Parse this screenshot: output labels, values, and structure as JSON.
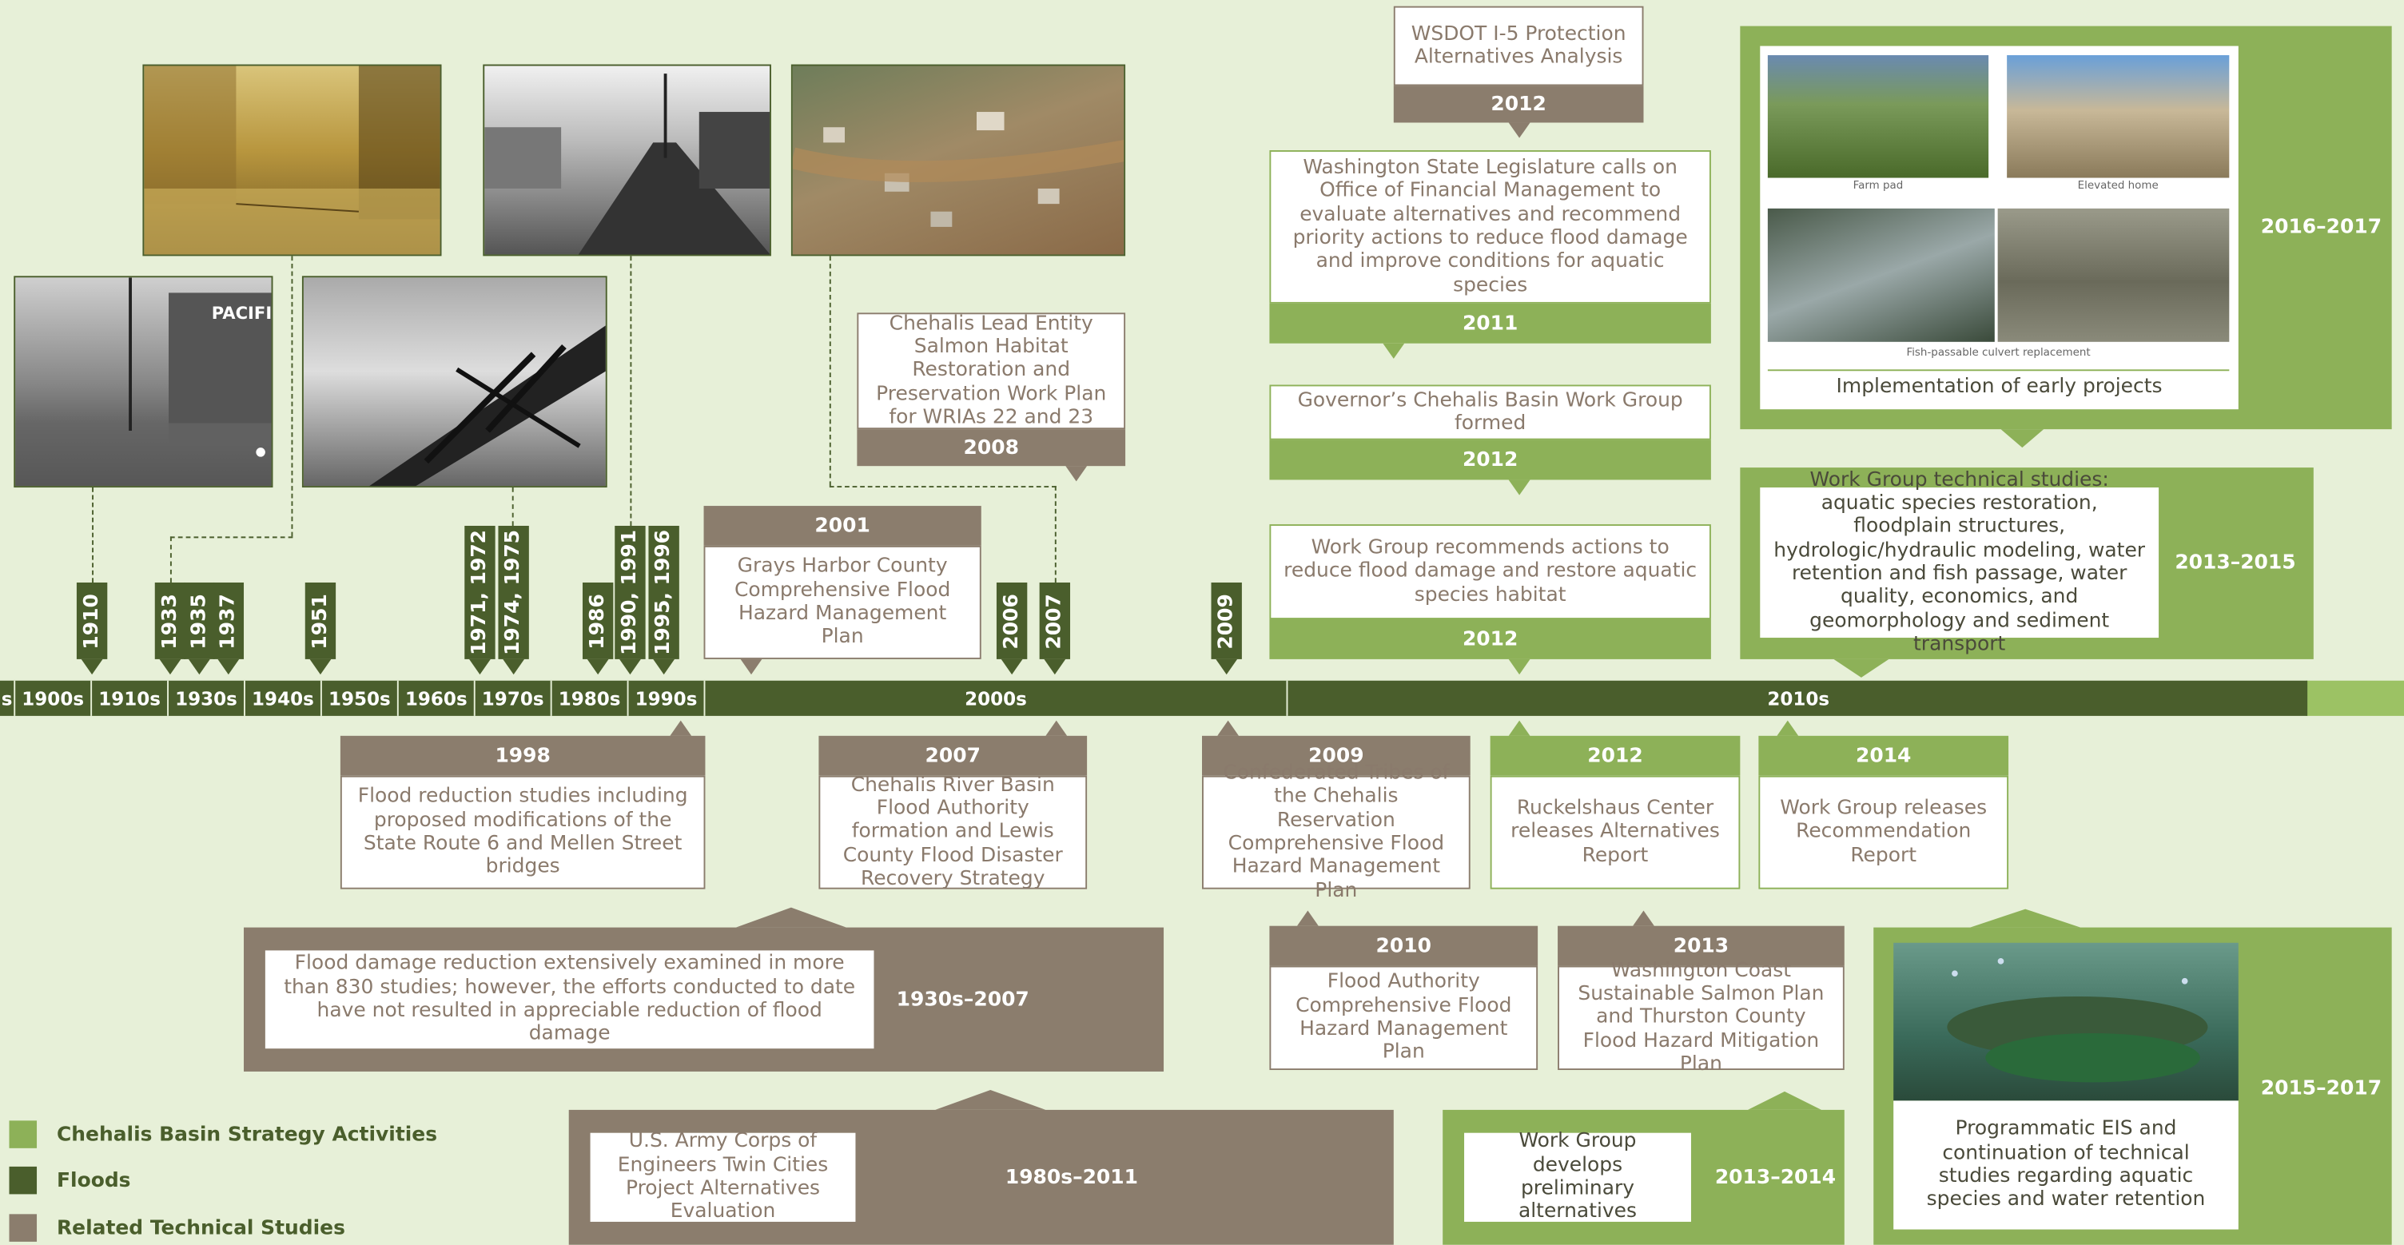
{
  "legend": [
    {
      "label": "Chehalis Basin Strategy Activities",
      "color": "#8db158"
    },
    {
      "label": "Floods",
      "color": "#4a5e2c"
    },
    {
      "label": "Related Technical Studies",
      "color": "#8b7d6d"
    }
  ],
  "timeline": {
    "decades": [
      "s",
      "1900s",
      "1910s",
      "1930s",
      "1940s",
      "1950s",
      "1960s",
      "1970s",
      "1980s",
      "1990s"
    ],
    "era_2000s": "2000s",
    "era_2010s": "2010s"
  },
  "floods": [
    "1910",
    "1933",
    "1935",
    "1937",
    "1951",
    "1971, 1972",
    "1974, 1975",
    "1986",
    "1990, 1991",
    "1995, 1996",
    "2006",
    "2007",
    "2009"
  ],
  "above": {
    "s2001": {
      "year": "2001",
      "text": "Grays Harbor County Comprehensive Flood Hazard Management Plan"
    },
    "s2008": {
      "year": "2008",
      "text": "Chehalis Lead Entity Salmon Habitat Restoration and Preservation Work Plan for WRIAs 22 and 23"
    },
    "wsdot": {
      "year": "2012",
      "text": "WSDOT I-5 Protection Alternatives Analysis"
    },
    "legislature": {
      "year": "2011",
      "text": "Washington State Legislature calls on Office of Financial Management to evaluate alternatives and recommend priority actions to reduce flood damage and improve conditions for aquatic species"
    },
    "governor": {
      "year": "2012",
      "text": "Governor’s Chehalis Basin Work Group formed"
    },
    "recommends": {
      "year": "2012",
      "text": "Work Group recommends actions to reduce flood damage and restore aquatic species habitat"
    },
    "studies": {
      "period": "2013–2015",
      "text": "Work Group technical studies: aquatic species restoration, floodplain structures, hydrologic/hydraulic modeling, water retention and fish passage, water quality, economics, and geomorphology and sediment transport"
    },
    "early": {
      "period": "2016–2017",
      "caption": "Implementation of early projects",
      "photo_labels": [
        "Farm pad",
        "Elevated home",
        "Fish-passable culvert replacement"
      ]
    }
  },
  "below": {
    "s1998": {
      "year": "1998",
      "text": "Flood reduction studies including proposed modifications of the State Route 6 and Mellen Street bridges"
    },
    "s2007": {
      "year": "2007",
      "text": "Chehalis River Basin Flood Authority formation and Lewis County Flood Disaster Recovery Strategy"
    },
    "s2009": {
      "year": "2009",
      "text": "Confederated Tribes of the Chehalis Reservation Comprehensive Flood Hazard Management Plan"
    },
    "ruckel": {
      "year": "2012",
      "text": "Ruckelshaus Center releases Alternatives Report"
    },
    "rec2014": {
      "year": "2014",
      "text": "Work Group releases Recommendation Report"
    },
    "damage": {
      "period": "1930s–2007",
      "text": "Flood damage reduction extensively examined in more than 830 studies; however, the efforts conducted to date have not resulted in appreciable reduction of flood damage"
    },
    "s2010": {
      "year": "2010",
      "text": "Flood Authority Comprehensive Flood Hazard Management Plan"
    },
    "s2013": {
      "year": "2013",
      "text": "Washington Coast Sustainable Salmon Plan and Thurston County Flood Hazard Mitigation Plan"
    },
    "usace": {
      "period": "1980s–2011",
      "text": "U.S. Army Corps of Engineers Twin Cities Project Alternatives Evaluation"
    },
    "prelim": {
      "period": "2013–2014",
      "text": "Work Group develops preliminary alternatives"
    },
    "peis": {
      "period": "2015–2017",
      "text": "Programmatic EIS and continuation of technical studies regarding aquatic species and water retention"
    }
  },
  "photos": {
    "pacific_sign": "PACIFIC"
  }
}
